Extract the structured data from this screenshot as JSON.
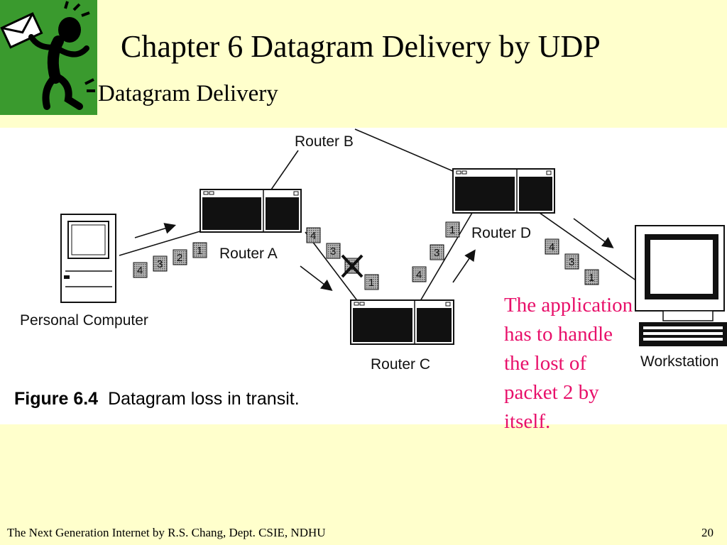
{
  "slide": {
    "title": "Chapter 6 Datagram Delivery by UDP",
    "subtitle": "Datagram Delivery"
  },
  "figure": {
    "labels": {
      "personal_computer": "Personal Computer",
      "router_a": "Router A",
      "router_b": "Router B",
      "router_c": "Router C",
      "router_d": "Router D",
      "workstation": "Workstation"
    },
    "packets": {
      "pc_to_a": [
        "4",
        "3",
        "2",
        "1"
      ],
      "a_to_c": [
        "4",
        "3",
        "2",
        "1"
      ],
      "c_to_d": [
        "4",
        "3",
        "1"
      ],
      "d_to_ws": [
        "4",
        "3",
        "1"
      ]
    },
    "lost_packet": "2",
    "caption_number": "Figure 6.4",
    "caption_text": "Datagram loss in transit."
  },
  "note": "The application has to handle the lost of packet 2 by itself.",
  "footer": {
    "text": "The Next Generation Internet by R.S. Chang, Dept. CSIE, NDHU",
    "page_number": "20"
  },
  "colors": {
    "background": "#FFFFCC",
    "note": "#E8106A",
    "logo_bg": "#3A9A2E"
  },
  "icons": {
    "logo": "running-man-with-envelope-icon",
    "computer": "personal-computer-icon",
    "router": "router-icon",
    "workstation": "workstation-icon"
  }
}
